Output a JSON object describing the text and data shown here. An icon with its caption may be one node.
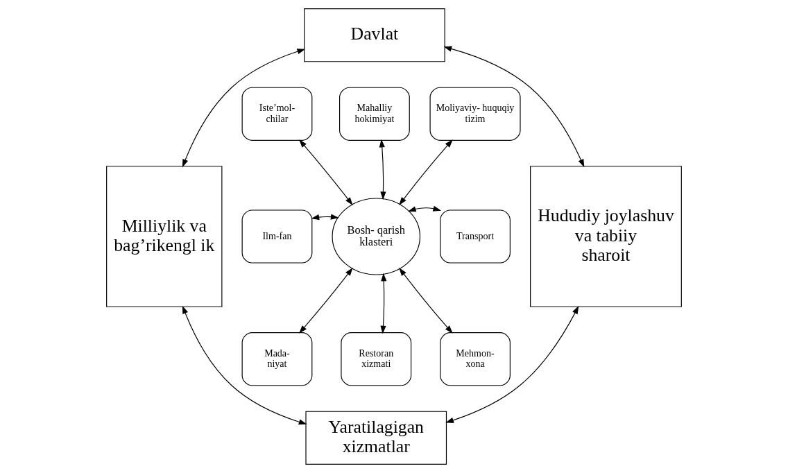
{
  "diagram": {
    "nodes": [
      {
        "text": [
          "Davlat"
        ]
      },
      {
        "text": [
          "Milliylik va bag’rikengl ik"
        ]
      },
      {
        "text": [
          "Hududiy joylashuv va tabiiy sharoit"
        ]
      },
      {
        "text": [
          "Yaratilagigan xizmatlar"
        ]
      },
      {
        "text": [
          "Bosh- qarish klasteri"
        ]
      },
      {
        "text": [
          "Iste’mol- chilar"
        ]
      },
      {
        "text": [
          "Mahalliy hokimiyat"
        ]
      },
      {
        "text": [
          "Moliyaviy- huquqiy tizim"
        ]
      },
      {
        "text": [
          "Ilm-fan"
        ]
      },
      {
        "text": [
          "Transport"
        ]
      },
      {
        "text": [
          "Mada- niyat"
        ]
      },
      {
        "text": [
          "Restoran xizmati"
        ]
      },
      {
        "text": [
          "Mehmon- xona"
        ]
      }
    ],
    "edges": [
      {
        "from": 0,
        "to": 1,
        "arrow": "both"
      },
      {
        "from": 0,
        "to": 2,
        "arrow": "both"
      },
      {
        "from": 1,
        "to": 3,
        "arrow": "both"
      },
      {
        "from": 2,
        "to": 3,
        "arrow": "both"
      },
      {
        "from": 5,
        "to": 4,
        "arrow": "both"
      },
      {
        "from": 6,
        "to": 4,
        "arrow": "both"
      },
      {
        "from": 7,
        "to": 4,
        "arrow": "both"
      },
      {
        "from": 8,
        "to": 4,
        "arrow": "both"
      },
      {
        "from": 4,
        "to": 9,
        "arrow": "both"
      },
      {
        "from": 4,
        "to": 10,
        "arrow": "both"
      },
      {
        "from": 4,
        "to": 11,
        "arrow": "both"
      },
      {
        "from": 4,
        "to": 12,
        "arrow": "both"
      }
    ]
  }
}
